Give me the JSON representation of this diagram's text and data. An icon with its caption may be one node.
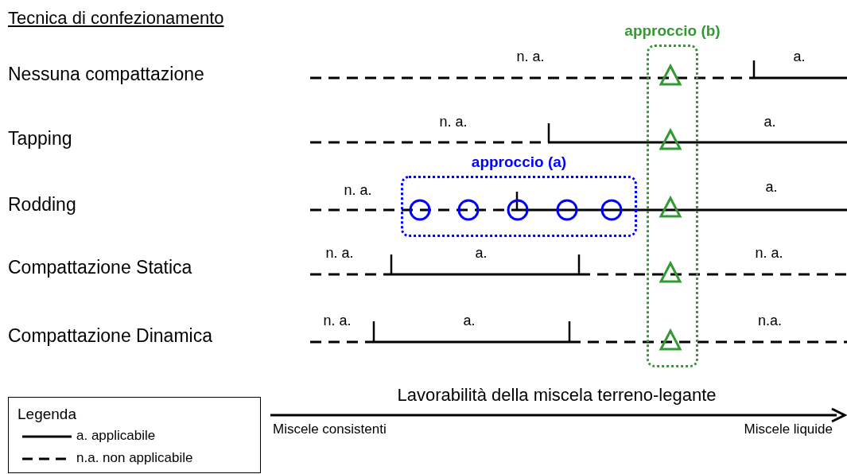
{
  "diagram": {
    "nodes": [
      {
        "text": [
          "approccio (a)"
        ]
      },
      {
        "text": [],
        "shape": "circle",
        "in": 0
      },
      {
        "text": [],
        "shape": "circle",
        "in": 0
      },
      {
        "text": [],
        "shape": "circle",
        "in": 0
      },
      {
        "text": [],
        "shape": "circle",
        "in": 0
      },
      {
        "text": [],
        "shape": "circle",
        "in": 0
      },
      {
        "text": [
          "approccio (b)"
        ]
      },
      {
        "text": [],
        "shape": "triangle",
        "in": 6
      },
      {
        "text": [],
        "shape": "triangle",
        "in": 6
      },
      {
        "text": [],
        "shape": "triangle",
        "in": 6
      },
      {
        "text": [],
        "shape": "triangle",
        "in": 6
      },
      {
        "text": [],
        "shape": "triangle",
        "in": 6
      }
    ],
    "edges": [],
    "labels": [
      "Tecnica di confezionamento",
      "Nessuna compattazione",
      "n. a.",
      "a.",
      "Tapping",
      "n. a.",
      "a.",
      "Rodding",
      "n. a.",
      "a.",
      "Compattazione Statica",
      "n. a.",
      "a.",
      "n. a.",
      "Compattazione Dinamica",
      "n. a.",
      "a.",
      "n.a.",
      "Lavorabilità della miscela terreno-legante",
      "Miscele consistenti",
      "Miscele liquide",
      "Legenda"
    ],
    "legend": [
      {
        "text": "a. applicabile"
      },
      {
        "text": "n.a. non applicabile"
      }
    ]
  }
}
